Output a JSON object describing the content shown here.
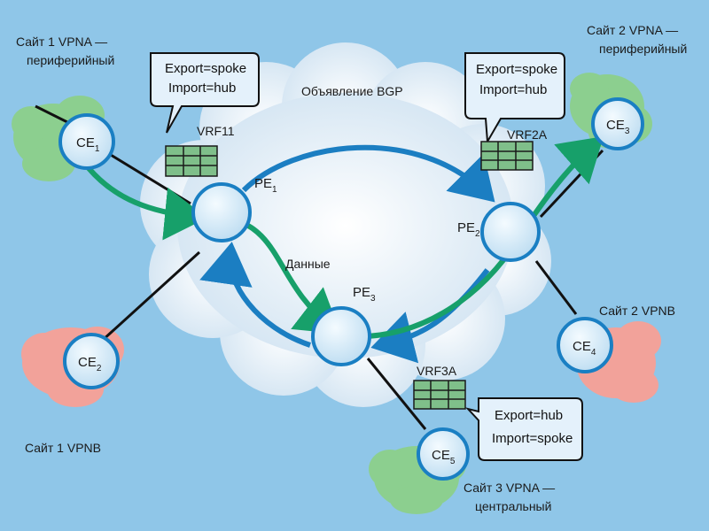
{
  "sites": {
    "site1_vpna": [
      "Сайт 1 VPNA —",
      "периферийный"
    ],
    "site2_vpna": [
      "Сайт 2 VPNA —",
      "периферийный"
    ],
    "site1_vpnb": "Сайт 1 VPNB",
    "site2_vpnb": "Сайт 2 VPNB",
    "site3_vpna": [
      "Сайт 3 VPNA —",
      "центральный"
    ]
  },
  "callouts": {
    "vrf11": [
      "Export=spoke",
      "Import=hub"
    ],
    "vrf2a": [
      "Export=spoke",
      "Import=hub"
    ],
    "vrf3a": [
      "Export=hub",
      "Import=spoke"
    ]
  },
  "vrf_labels": {
    "vrf11": "VRF11",
    "vrf2a": "VRF2A",
    "vrf3a": "VRF3A"
  },
  "routers": {
    "ce1": {
      "base": "CE",
      "sub": "1"
    },
    "ce2": {
      "base": "CE",
      "sub": "2"
    },
    "ce3": {
      "base": "CE",
      "sub": "3"
    },
    "ce4": {
      "base": "CE",
      "sub": "4"
    },
    "ce5": {
      "base": "CE",
      "sub": "5"
    },
    "pe1": {
      "base": "PE",
      "sub": "1"
    },
    "pe2": {
      "base": "PE",
      "sub": "2"
    },
    "pe3": {
      "base": "PE",
      "sub": "3"
    }
  },
  "flows": {
    "bgp": "Объявление BGP",
    "data": "Данные"
  },
  "colors": {
    "background": "#8fc6e8",
    "cloud": "#e3eff8",
    "router_fill": "#cfe6f6",
    "router_stroke": "#1a7fc3",
    "bgp_arrow": "#1b7ec2",
    "data_arrow": "#17a06a",
    "green_site": "#8ccf8f",
    "pink_site": "#f2a29a",
    "table_fill": "#7fbf8a"
  }
}
